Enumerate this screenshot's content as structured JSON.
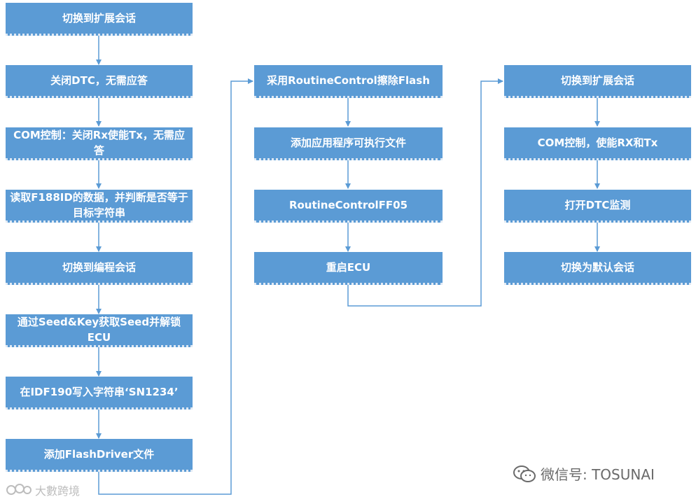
{
  "columns": [
    {
      "steps": [
        "切换到扩展会话",
        "关闭DTC，无需应答",
        "COM控制：关闭Rx使能Tx，无需应答",
        "读取F188ID的数据，并判断是否等于目标字符串",
        "切换到编程会话",
        "通过Seed&Key获取Seed并解锁ECU",
        "在IDF190写入字符串‘SN1234’",
        "添加FlashDriver文件"
      ]
    },
    {
      "steps": [
        "采用RoutineControl擦除Flash",
        "添加应用程序可执行文件",
        "RoutineControlFF05",
        "重启ECU"
      ]
    },
    {
      "steps": [
        "切换到扩展会话",
        "COM控制，使能RX和Tx",
        "打开DTC监测",
        "切换为默认会话"
      ]
    }
  ],
  "watermarks": {
    "wechat": "微信号: TOSUNAI",
    "brand": "大數跨境"
  },
  "colors": {
    "box": "#5b9bd5",
    "arrow": "#5b9bd5"
  }
}
